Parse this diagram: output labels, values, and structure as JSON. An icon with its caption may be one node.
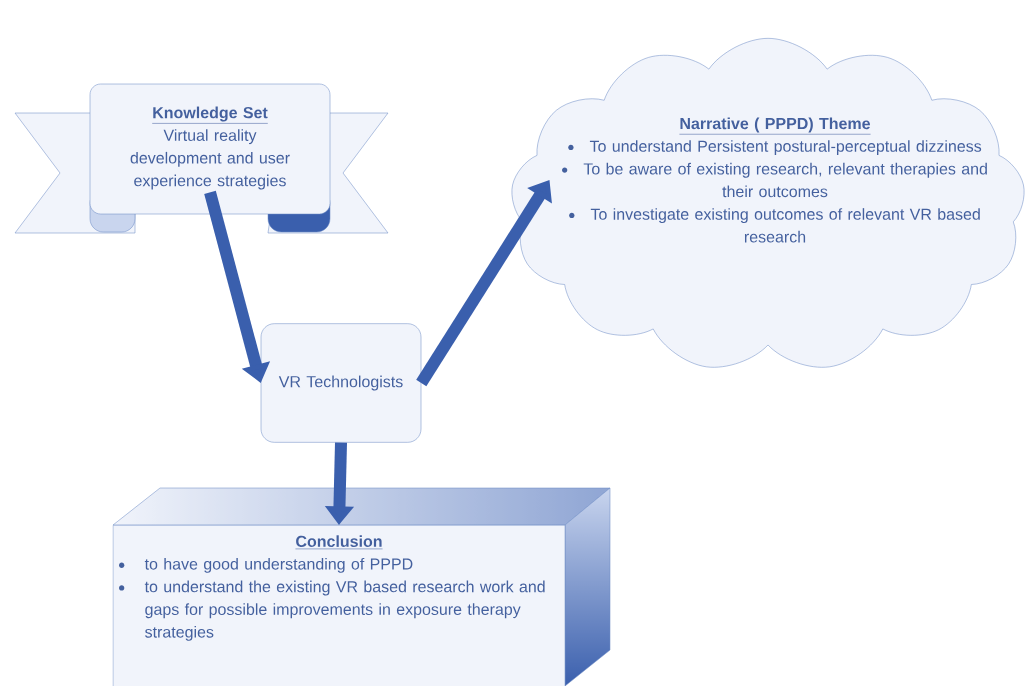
{
  "diagram": {
    "nodes": [
      {
        "text": [
          "Knowledge Set",
          "Virtual reality development and user experience strategies"
        ]
      },
      {
        "text": [
          "Narrative ( PPPD) Theme",
          "To understand Persistent postural-perceptual dizziness",
          "To be aware of existing research, relevant therapies and their outcomes",
          "To investigate existing outcomes of relevant VR based research"
        ]
      },
      {
        "text": [
          "VR Technologists"
        ]
      },
      {
        "text": [
          "Conclusion",
          "to have good understanding of PPPD",
          "to understand the existing VR based research work and gaps for possible improvements in exposure therapy strategies"
        ]
      }
    ],
    "edges": [
      {
        "from": 0,
        "to": 2,
        "arrow": "to"
      },
      {
        "from": 2,
        "to": 1,
        "arrow": "to"
      },
      {
        "from": 2,
        "to": 3,
        "arrow": "to"
      }
    ]
  }
}
